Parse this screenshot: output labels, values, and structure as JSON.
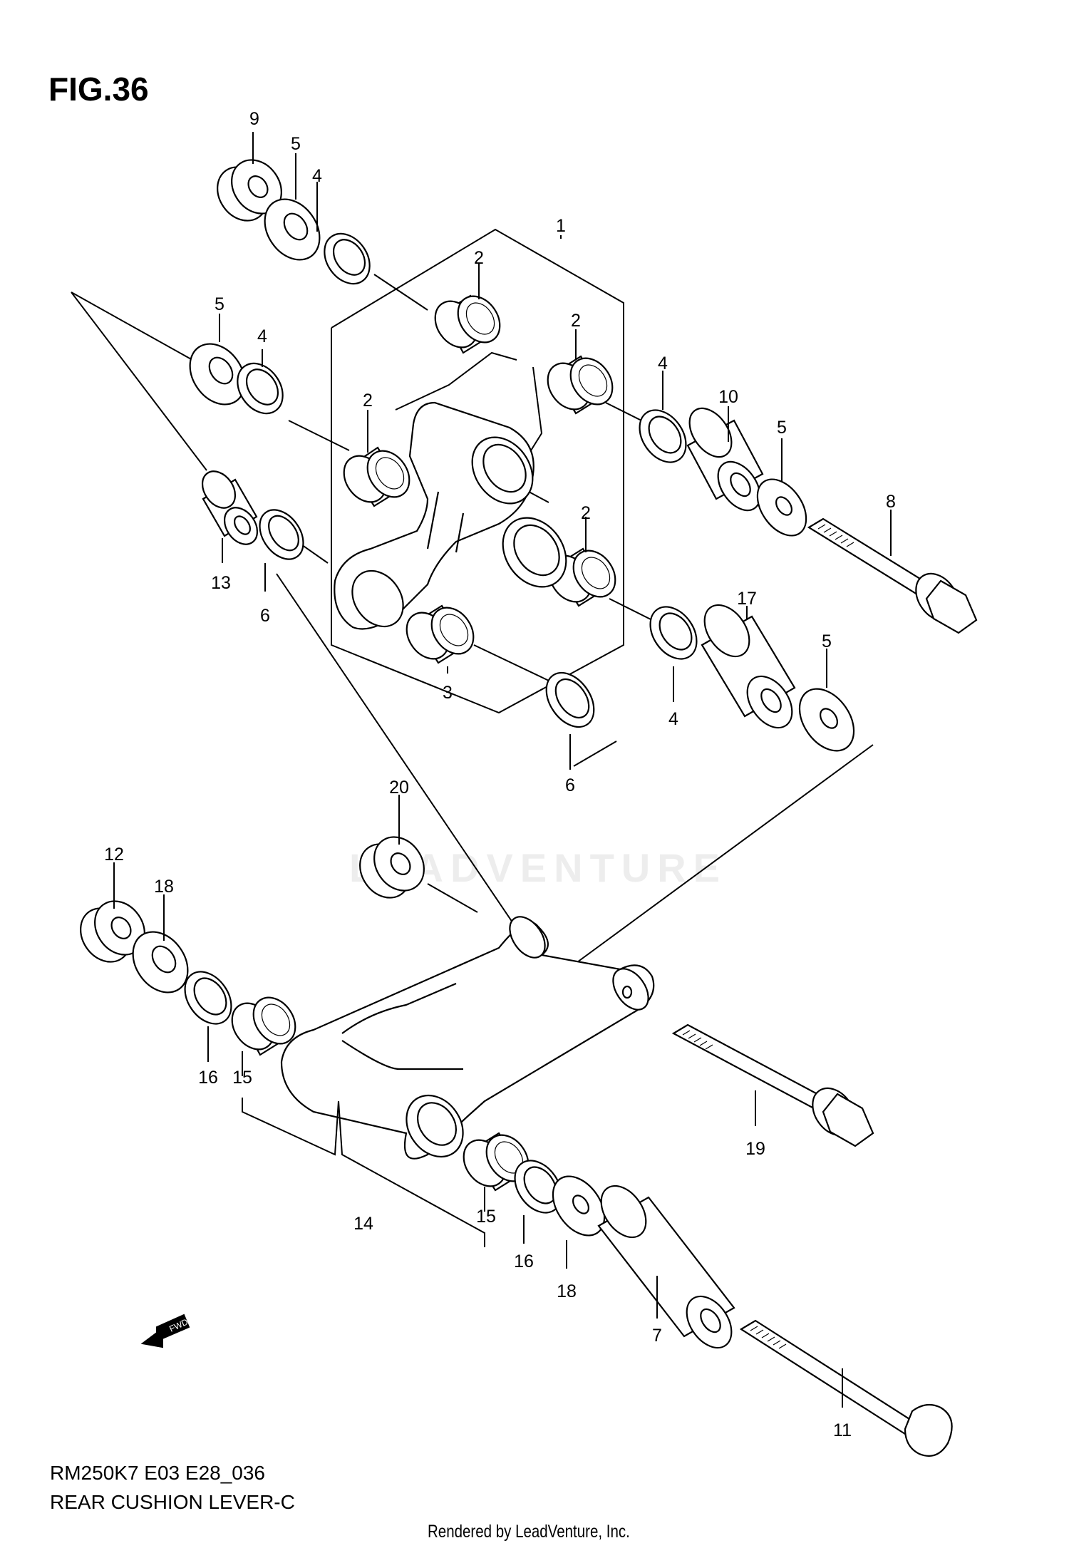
{
  "figure_label": "FIG.36",
  "diagram_code": "RM250K7 E03 E28_036",
  "diagram_name": "REAR CUSHION LEVER-C",
  "credit": "Rendered by LeadVenture, Inc.",
  "watermark": "LEADVENTURE",
  "direction_badge": "FWD",
  "callouts": {
    "c1": "1",
    "c2a": "2",
    "c2b": "2",
    "c2c": "2",
    "c2d": "2",
    "c3": "3",
    "c4a": "4",
    "c4b": "4",
    "c4c": "4",
    "c4d": "4",
    "c5a": "5",
    "c5b": "5",
    "c5c": "5",
    "c5d": "5",
    "c6a": "6",
    "c6b": "6",
    "c7": "7",
    "c8": "8",
    "c9": "9",
    "c10": "10",
    "c11": "11",
    "c12": "12",
    "c13": "13",
    "c14": "14",
    "c15a": "15",
    "c15b": "15",
    "c16a": "16",
    "c16b": "16",
    "c17": "17",
    "c18a": "18",
    "c18b": "18",
    "c19": "19",
    "c20": "20"
  }
}
